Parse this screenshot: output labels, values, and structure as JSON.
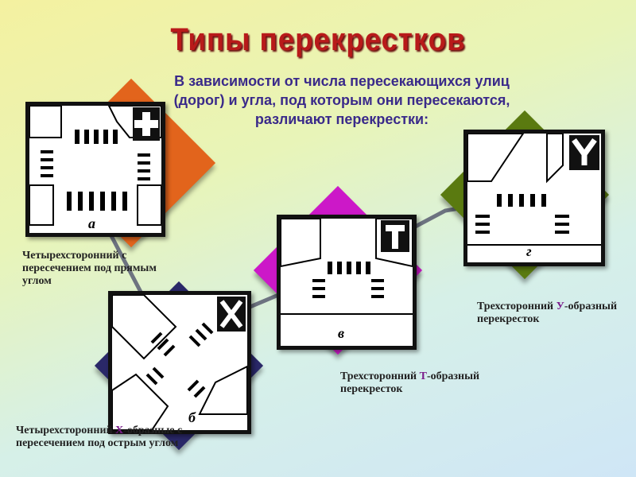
{
  "title": "Типы перекрестков",
  "subtitle": "В зависимости от числа пересекающихся улиц (дорог) и угла, под которым они пересекаются, различают перекрестки:",
  "colors": {
    "title": "#b81a1a",
    "subtitle": "#3a2a8a",
    "highlight": "#7a1b8a"
  },
  "cards": [
    {
      "id": "a",
      "symbol": "+",
      "letter": "а",
      "accent": "#e2641c",
      "label_parts": [
        "Четырехсторонний  с пересечением под прямым углом"
      ]
    },
    {
      "id": "b",
      "symbol": "X",
      "letter": "б",
      "accent": "#2a2868",
      "label_parts": [
        "Четырехсторонний ",
        "Х",
        "-образные с пересечением под острым углом"
      ]
    },
    {
      "id": "v",
      "symbol": "Т",
      "letter": "в",
      "accent": "#cc18c8",
      "label_parts": [
        "Трехсторонний ",
        "Т",
        "-образный перекресток"
      ]
    },
    {
      "id": "g",
      "symbol": "У",
      "letter": "г",
      "accent": "#5a7a10",
      "label_parts": [
        "Трехсторонний ",
        "У",
        "-образный перекресток"
      ]
    }
  ]
}
